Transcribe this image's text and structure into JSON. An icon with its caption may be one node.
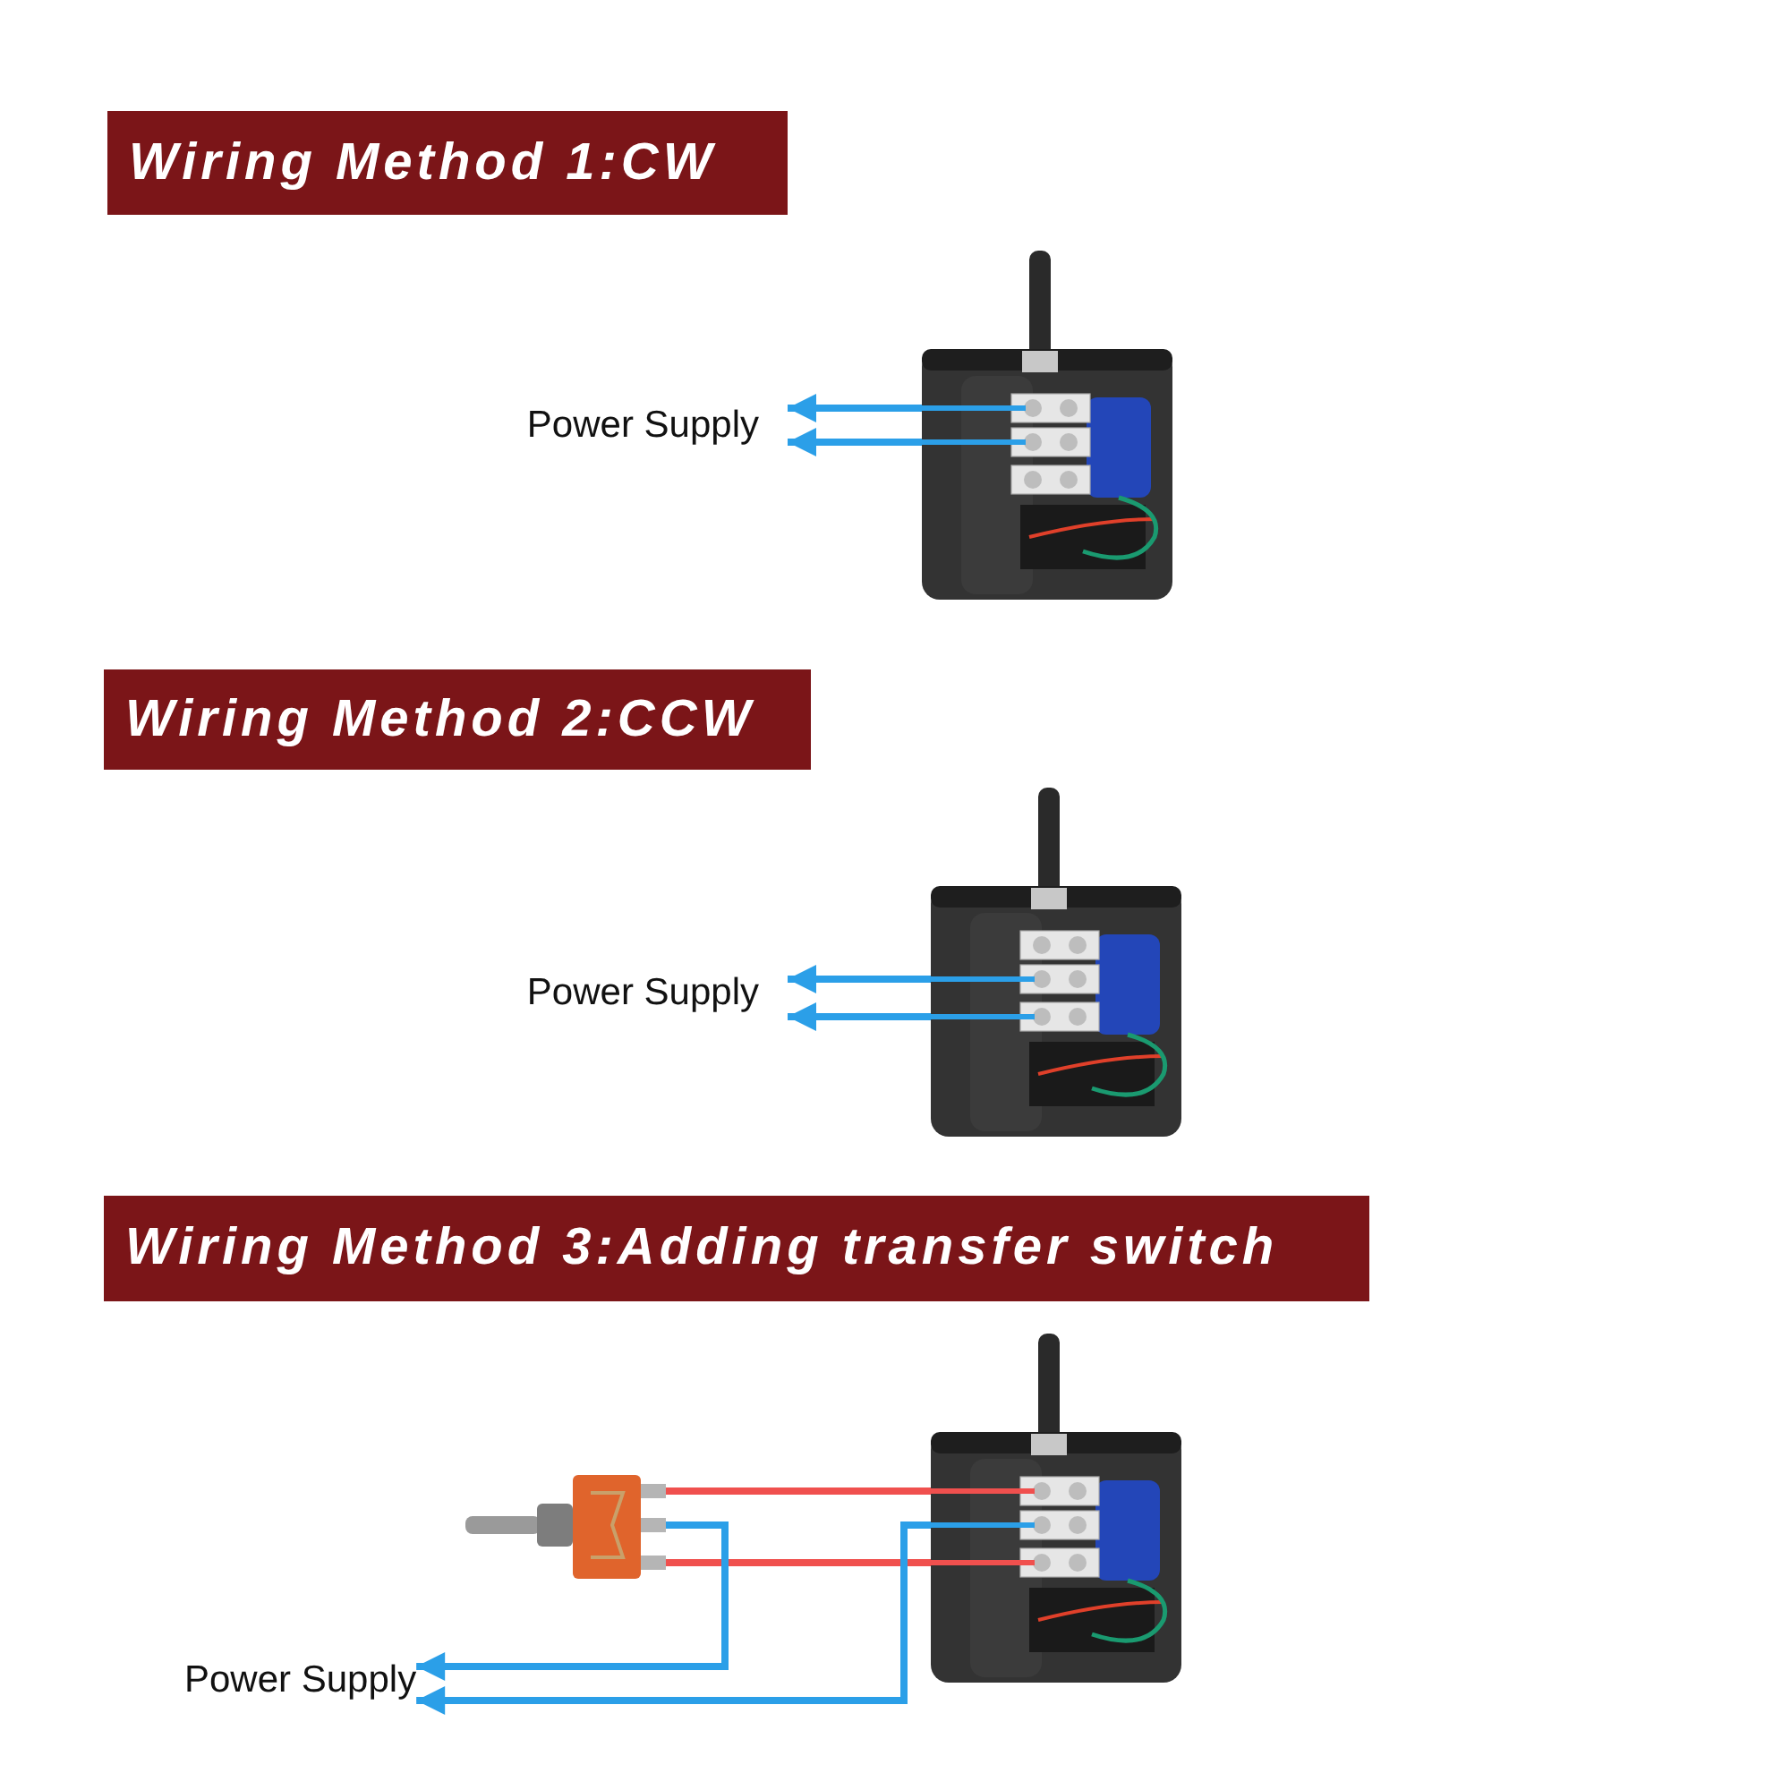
{
  "diagram": {
    "nodes": [
      {
        "text": [
          "Wiring Method 1:CW"
        ]
      },
      {
        "text": [],
        "shape": "picture"
      },
      {
        "text": [
          "Power Supply"
        ]
      },
      {
        "text": [
          "Wiring Method 2:CCW"
        ]
      },
      {
        "text": [],
        "shape": "picture"
      },
      {
        "text": [
          "Power Supply"
        ]
      },
      {
        "text": [
          "Wiring Method 3:Adding transfer switch"
        ]
      },
      {
        "text": [],
        "shape": "picture"
      },
      {
        "text": [],
        "shape": "picture"
      },
      {
        "text": [
          "Power Supply"
        ]
      }
    ],
    "edges": [
      {
        "from": 1,
        "to": 2,
        "arrow": "to"
      },
      {
        "from": 1,
        "to": 2,
        "arrow": "to"
      },
      {
        "from": 4,
        "to": 5,
        "arrow": "to"
      },
      {
        "from": 4,
        "to": 5,
        "arrow": "to"
      },
      {
        "from": 7,
        "to": 8,
        "arrow": "none",
        "color": "#f0504e"
      },
      {
        "from": 7,
        "to": 8,
        "arrow": "none",
        "color": "#f0504e"
      },
      {
        "from": 7,
        "to": 9,
        "arrow": "to"
      },
      {
        "from": 8,
        "to": 9,
        "arrow": "to"
      }
    ]
  }
}
